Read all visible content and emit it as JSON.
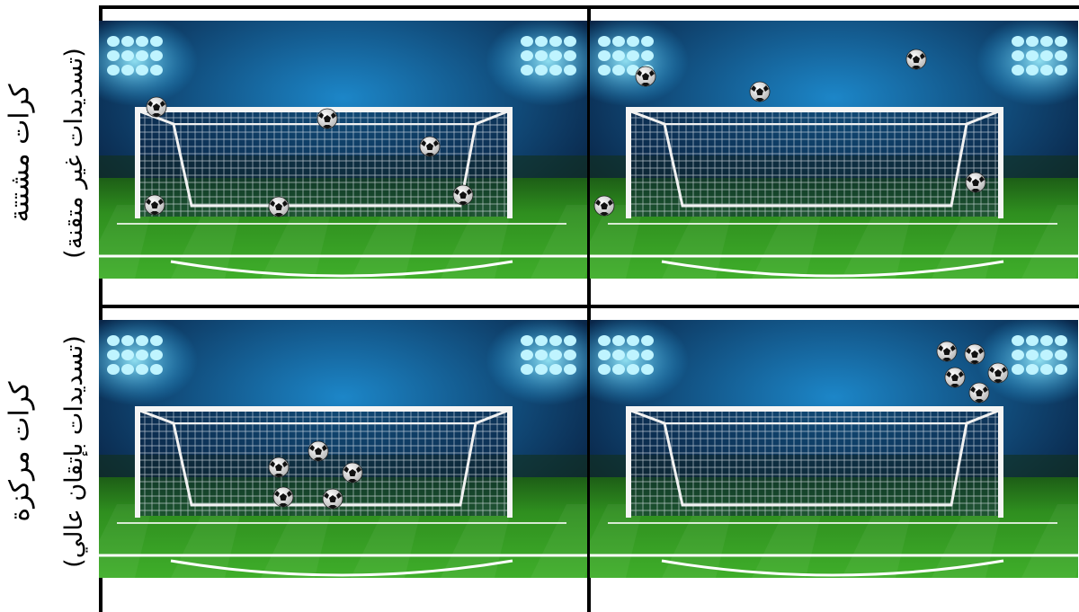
{
  "rows": [
    {
      "label": "كرات مشتتة",
      "sublabel": "(تسديدات غير متقنة)"
    },
    {
      "label": "كرات مركزة",
      "sublabel": "(تسديدات بإتقان عالي)"
    }
  ],
  "panels": [
    {
      "row": 1,
      "column": 1,
      "shots_placement": "balls spread around the goal, some inside",
      "balls": 6
    },
    {
      "row": 1,
      "column": 2,
      "shots_placement": "balls scattered off target",
      "balls": 5
    },
    {
      "row": 2,
      "column": 1,
      "shots_placement": "balls clustered together inside the goal",
      "balls": 5
    },
    {
      "row": 2,
      "column": 2,
      "shots_placement": "balls clustered together above the goal",
      "balls": 5
    }
  ],
  "colors": {
    "sky_top": "#06122e",
    "sky_glow": "#1c86c8",
    "floodlight": "#bff4ff",
    "pitch": "#3fae2a",
    "pitch_dark": "#2f8f1f",
    "net": "#e8eef5",
    "frame": "#000000"
  }
}
